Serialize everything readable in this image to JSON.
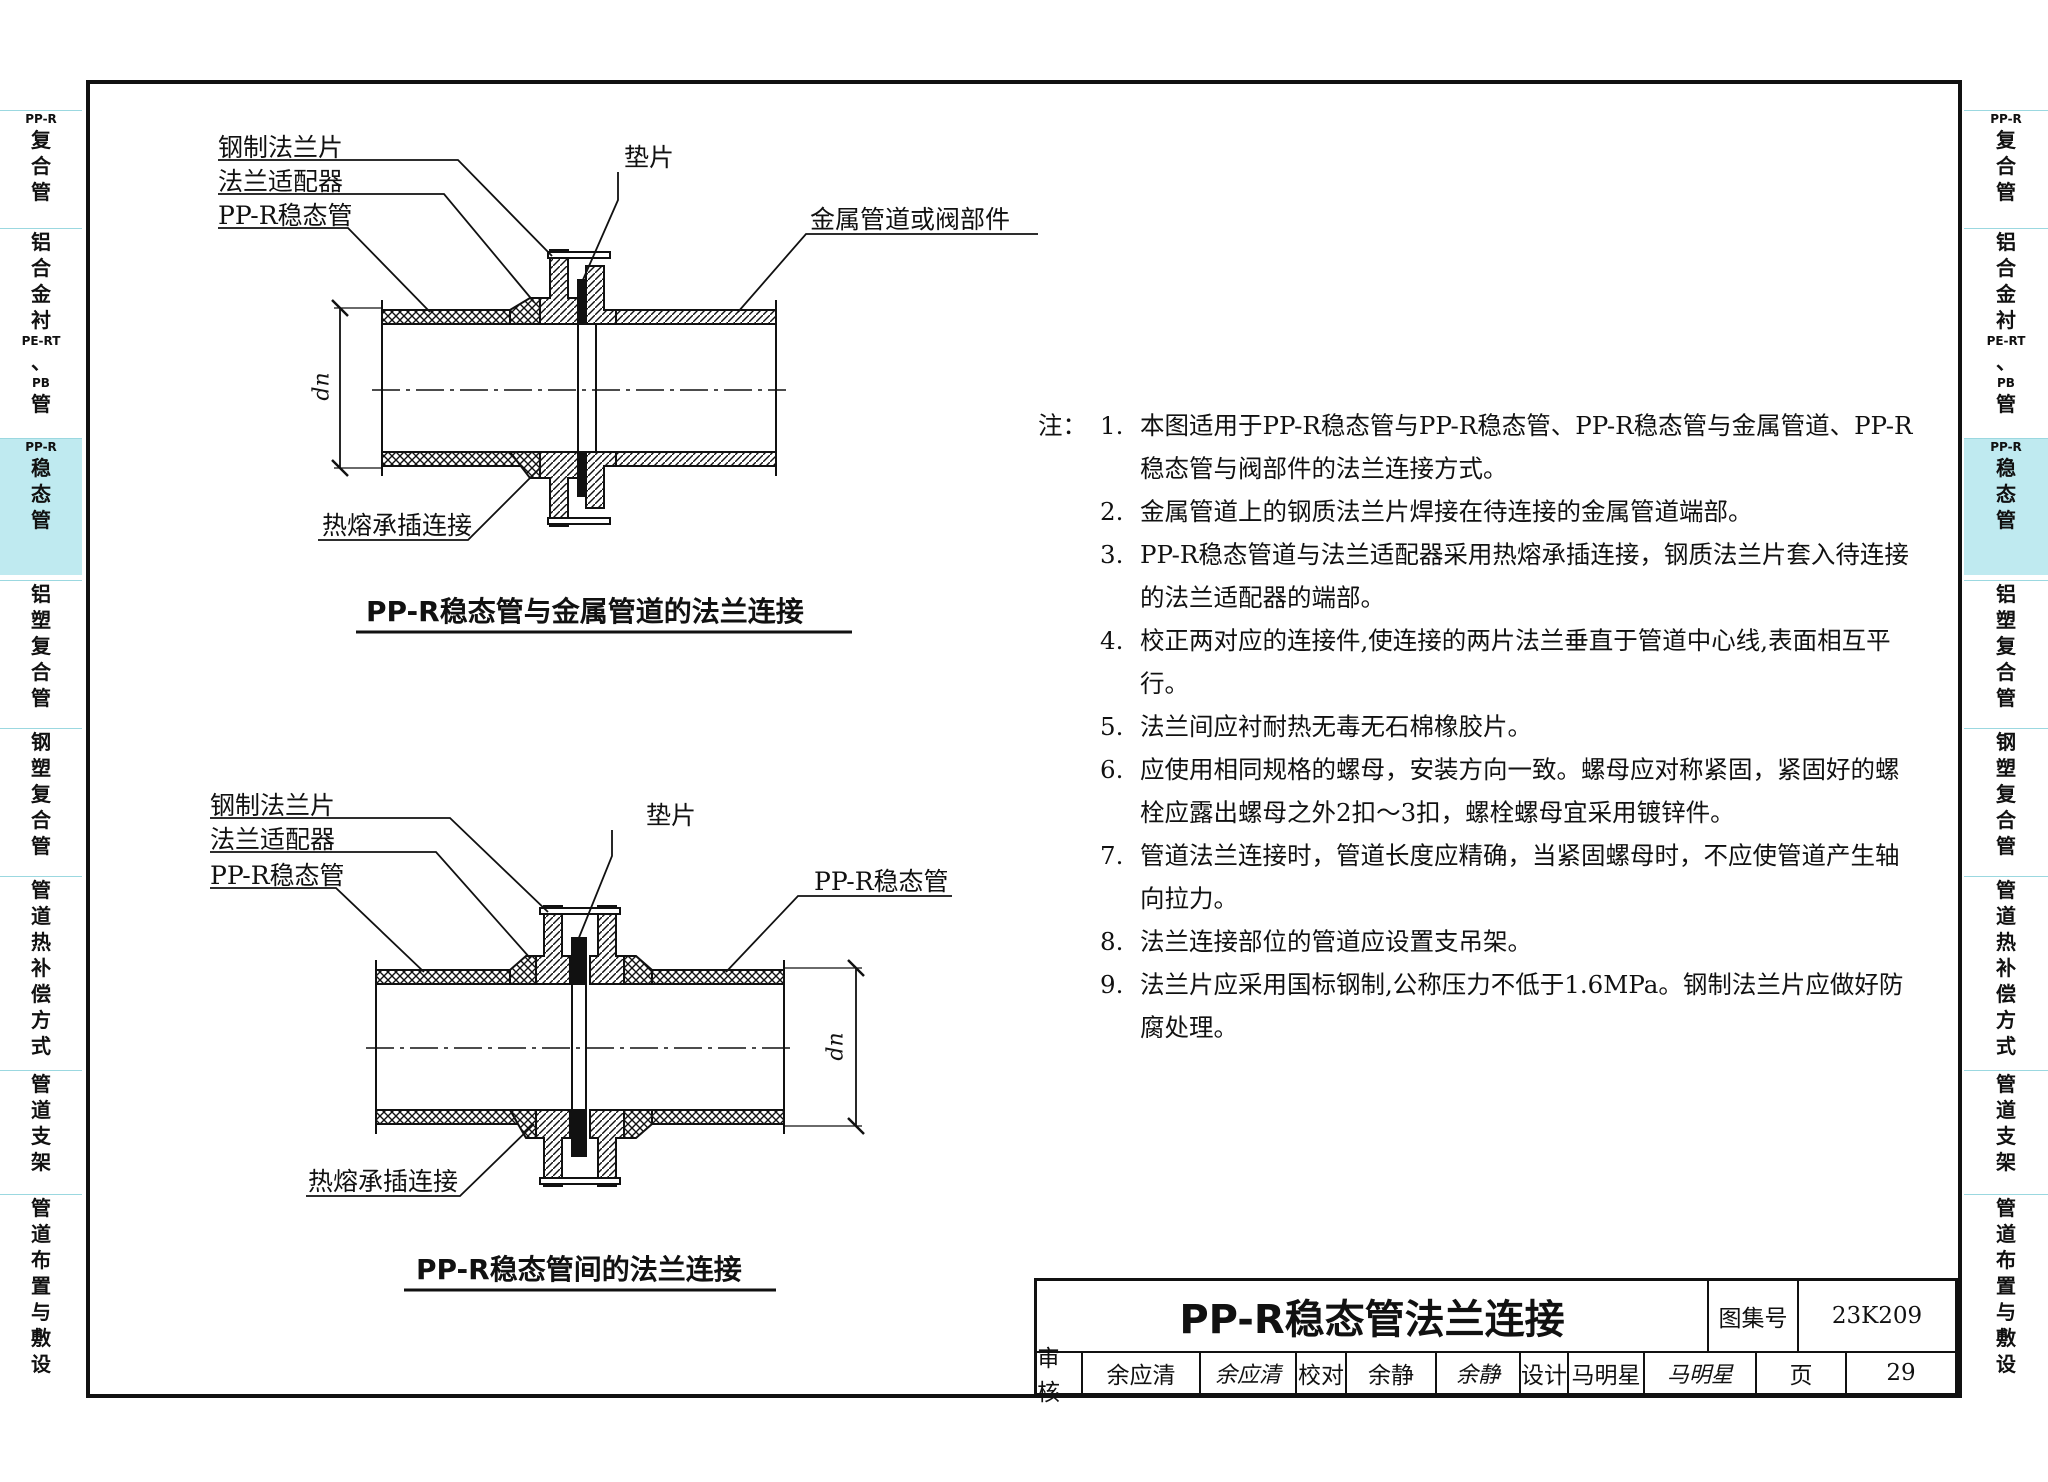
{
  "side_tabs": [
    {
      "chars": [
        "PP-R",
        "复",
        "合",
        "管"
      ],
      "active": false
    },
    {
      "chars": [
        "铝",
        "合",
        "金",
        "衬",
        "PE-RT",
        "、",
        "PB",
        "管"
      ],
      "active": false
    },
    {
      "chars": [
        "PP-R",
        "稳",
        "态",
        "管"
      ],
      "active": true
    },
    {
      "chars": [
        "铝",
        "塑",
        "复",
        "合",
        "管"
      ],
      "active": false
    },
    {
      "chars": [
        "钢",
        "塑",
        "复",
        "合",
        "管"
      ],
      "active": false
    },
    {
      "chars": [
        "管",
        "道",
        "热",
        "补",
        "偿",
        "方",
        "式"
      ],
      "active": false
    },
    {
      "chars": [
        "管",
        "道",
        "支",
        "架"
      ],
      "active": false
    },
    {
      "chars": [
        "管",
        "道",
        "布",
        "置",
        "与",
        "敷",
        "设"
      ],
      "active": false
    }
  ],
  "diagram1": {
    "labels": {
      "steel_flange": "钢制法兰片",
      "flange_adapter": "法兰适配器",
      "ppr_pipe": "PP-R稳态管",
      "gasket": "垫片",
      "metal_pipe": "金属管道或阀部件",
      "hot_melt": "热熔承插连接",
      "dn": "dn"
    },
    "title": "PP-R稳态管与金属管道的法兰连接"
  },
  "diagram2": {
    "labels": {
      "steel_flange": "钢制法兰片",
      "flange_adapter": "法兰适配器",
      "ppr_pipe": "PP-R稳态管",
      "gasket": "垫片",
      "ppr_pipe_right": "PP-R稳态管",
      "hot_melt": "热熔承插连接",
      "dn": "dn"
    },
    "title": "PP-R稳态管间的法兰连接"
  },
  "notes": {
    "prefix": "注：",
    "items": [
      {
        "num": "1.",
        "text": "本图适用于PP-R稳态管与PP-R稳态管、PP-R稳态管与金属管道、PP-R稳态管与阀部件的法兰连接方式。"
      },
      {
        "num": "2.",
        "text": "金属管道上的钢质法兰片焊接在待连接的金属管道端部。"
      },
      {
        "num": "3.",
        "text": "PP-R稳态管道与法兰适配器采用热熔承插连接，钢质法兰片套入待连接的法兰适配器的端部。"
      },
      {
        "num": "4.",
        "text": "校正两对应的连接件,使连接的两片法兰垂直于管道中心线,表面相互平行。"
      },
      {
        "num": "5.",
        "text": "法兰间应衬耐热无毒无石棉橡胶片。"
      },
      {
        "num": "6.",
        "text": "应使用相同规格的螺母，安装方向一致。螺母应对称紧固，紧固好的螺栓应露出螺母之外2扣～3扣，螺栓螺母宜采用镀锌件。"
      },
      {
        "num": "7.",
        "text": "管道法兰连接时，管道长度应精确，当紧固螺母时，不应使管道产生轴向拉力。"
      },
      {
        "num": "8.",
        "text": "法兰连接部位的管道应设置支吊架。"
      },
      {
        "num": "9.",
        "text": "法兰片应采用国标钢制,公称压力不低于1.6MPa。钢制法兰片应做好防腐处理。"
      }
    ]
  },
  "title_block": {
    "title": "PP-R稳态管法兰连接",
    "atlas_label": "图集号",
    "atlas_no": "23K209",
    "review_label": "审核",
    "reviewer": "余应清",
    "reviewer_sig": "余应清",
    "check_label": "校对",
    "checker": "余静",
    "checker_sig": "余静",
    "design_label": "设计",
    "designer": "马明星",
    "designer_sig": "马明星",
    "page_label": "页",
    "page_no": "29"
  }
}
